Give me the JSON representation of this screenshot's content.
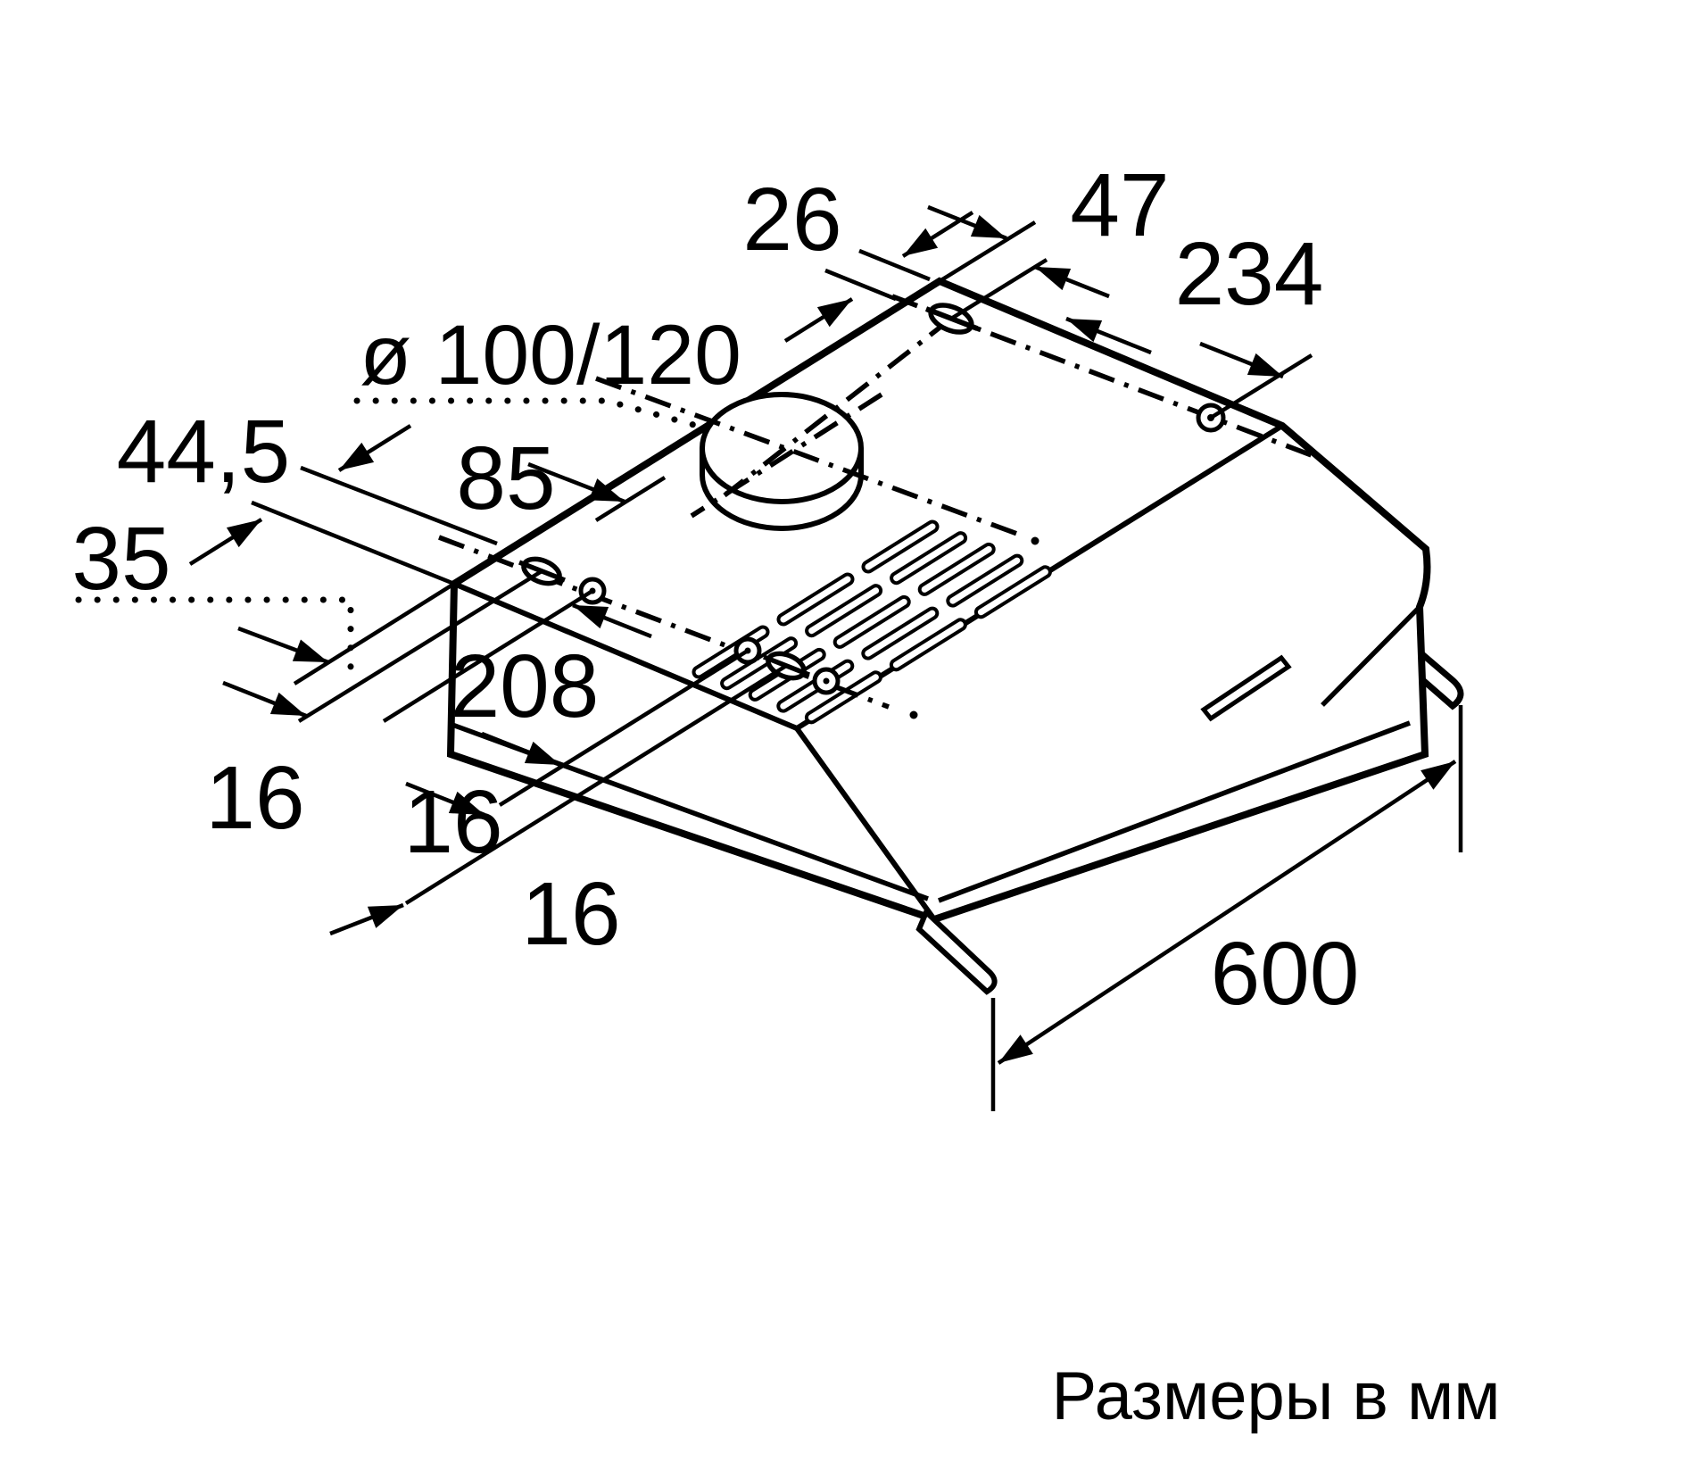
{
  "title": "Cooker hood dimension drawing",
  "units": "mm",
  "colors": {
    "line": "#000000",
    "background": "#ffffff"
  },
  "labels": {
    "d47": "47",
    "d26": "26",
    "d234": "234",
    "diameter": "ø 100/120",
    "d44_5": "44,5",
    "d85": "85",
    "d35": "35",
    "d208": "208",
    "d16_left": "16",
    "d16_mid": "16",
    "d16_bottom": "16",
    "d600": "600",
    "caption": "Размеры в мм"
  }
}
